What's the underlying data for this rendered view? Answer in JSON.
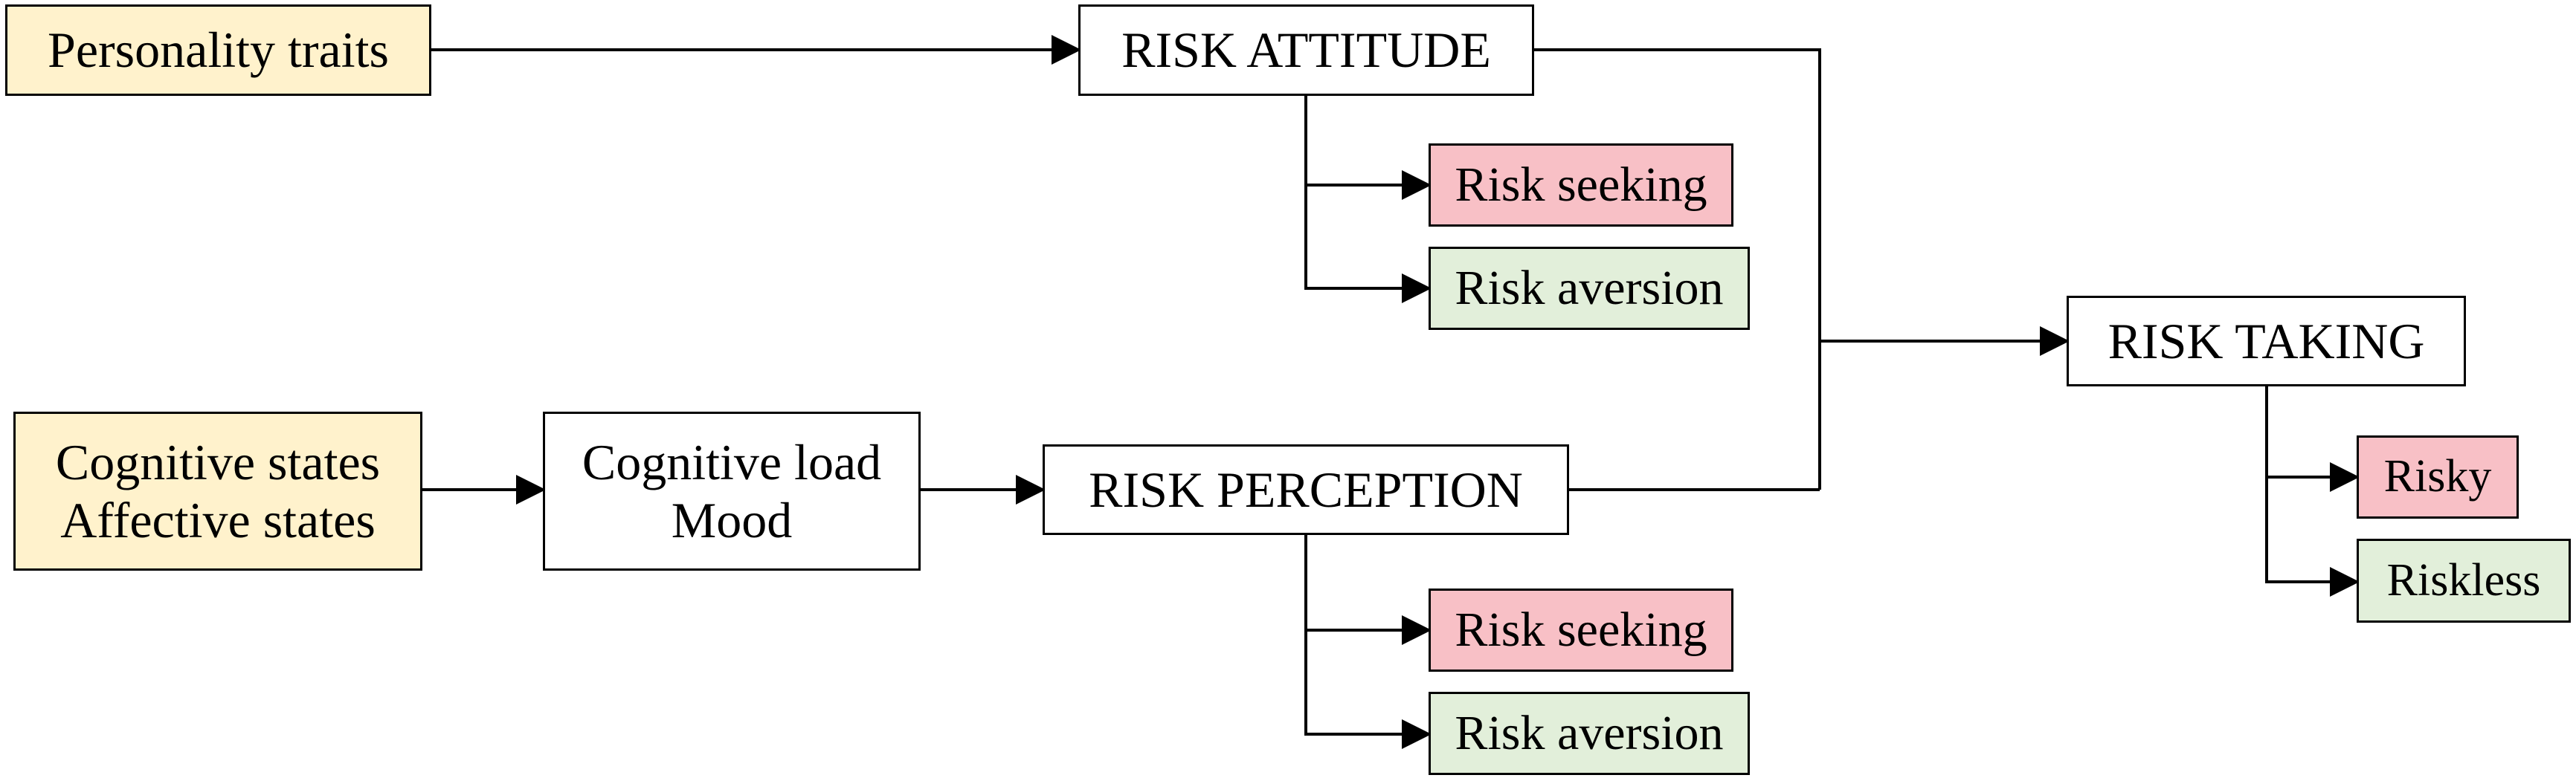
{
  "colors": {
    "input": "#FFF2CC",
    "construct": "#FFFFFF",
    "risky_outcome": "#F8C0C6",
    "safe_outcome": "#E2EFDA",
    "line": "#000000"
  },
  "nodes": {
    "personality": "Personality traits",
    "states": [
      "Cognitive states",
      "Affective states"
    ],
    "load_mood": [
      "Cognitive load",
      "Mood"
    ],
    "risk_attitude": "RISK ATTITUDE",
    "attitude_seeking": "Risk seeking",
    "attitude_aversion": "Risk aversion",
    "risk_perception": "RISK PERCEPTION",
    "perception_seeking": "Risk seeking",
    "perception_aversion": "Risk aversion",
    "risk_taking": "RISK TAKING",
    "risky": "Risky",
    "riskless": "Riskless"
  }
}
